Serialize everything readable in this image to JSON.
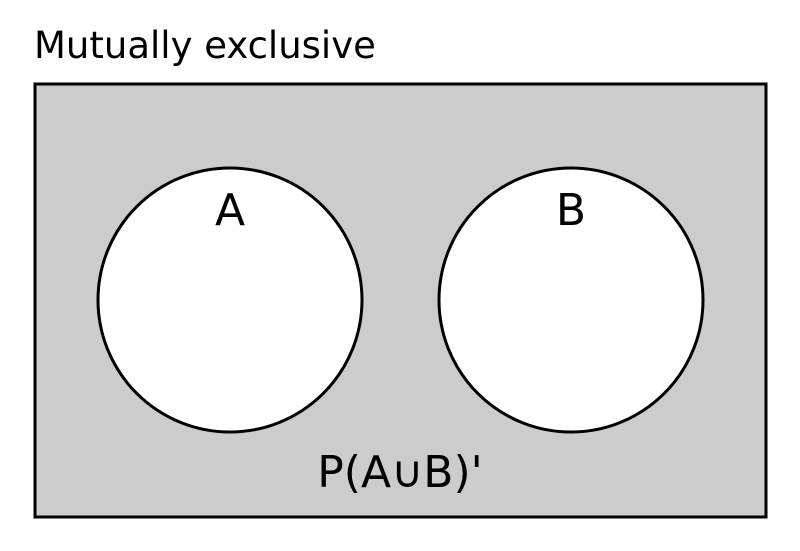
{
  "title": "Mutually exclusive",
  "sets": {
    "a_label": "A",
    "b_label": "B"
  },
  "region_label": "P(A∪B)'",
  "colors": {
    "universe_fill": "#cccccc",
    "circle_fill": "#ffffff",
    "stroke": "#000000",
    "text": "#000000"
  }
}
